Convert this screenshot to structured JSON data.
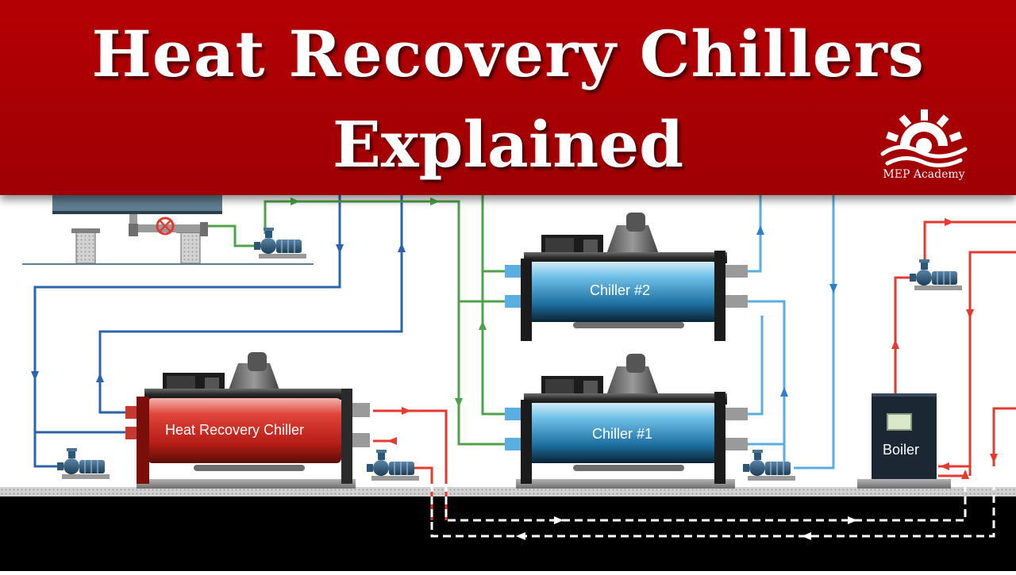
{
  "banner": {
    "title_line1": "Heat Recovery Chillers",
    "title_line2": "Explained",
    "logo_text": "MEP Academy",
    "background_color": "#a80004"
  },
  "equipment": {
    "heat_recovery_chiller": "Heat Recovery Chiller",
    "chiller_2": "Chiller #2",
    "chiller_1": "Chiller #1",
    "boiler": "Boiler"
  },
  "colors": {
    "hot_water": "#e53a2f",
    "chilled_water": "#5aaee0",
    "condenser_water": "#2c63ad",
    "bypass_water": "#4fa24a",
    "return_dashed": "#ffffff",
    "floor": "#000000"
  },
  "icons": [
    "gear-sun-icon",
    "waves-icon",
    "pump-icon",
    "valve-icon",
    "flow-arrow-icon"
  ]
}
